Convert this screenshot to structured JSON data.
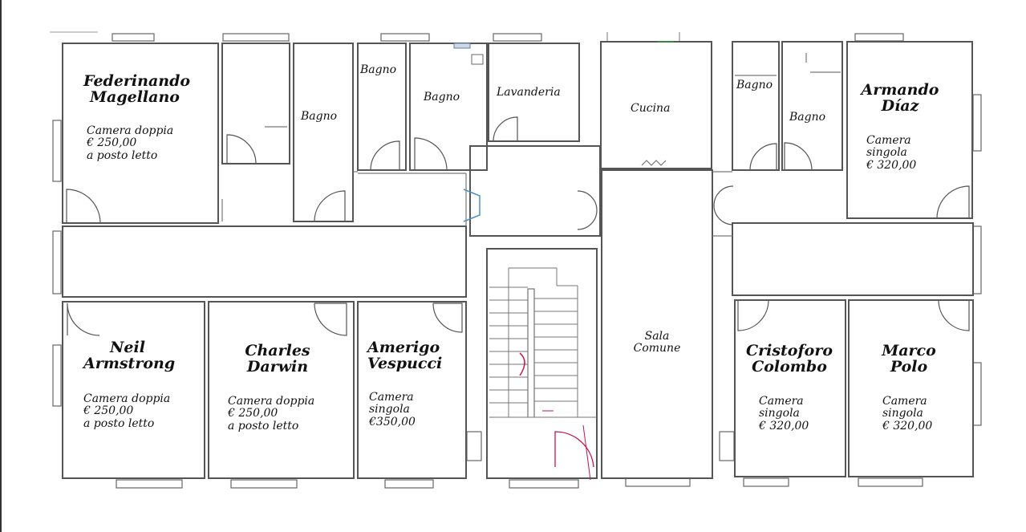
{
  "rooms": {
    "magellano": {
      "name": [
        "Federinando",
        "Magellano"
      ],
      "info": [
        "Camera doppia",
        "€ 250,00",
        "a posto letto"
      ]
    },
    "armstrong": {
      "name": [
        "Neil",
        "Armstrong"
      ],
      "info": [
        "Camera doppia",
        "€ 250,00",
        "a posto letto"
      ]
    },
    "darwin": {
      "name": [
        "Charles",
        "Darwin"
      ],
      "info": [
        "Camera doppia",
        "€ 250,00",
        "a posto letto"
      ]
    },
    "vespucci": {
      "name": [
        "Amerigo",
        "Vespucci"
      ],
      "info": [
        "Camera",
        "singola",
        "€350,00"
      ]
    },
    "diaz": {
      "name": [
        "Armando",
        "Díaz"
      ],
      "info": [
        "Camera",
        "singola",
        "€ 320,00"
      ]
    },
    "colombo": {
      "name": [
        "Cristoforo",
        "Colombo"
      ],
      "info": [
        "Camera",
        "singola",
        "€ 320,00"
      ]
    },
    "polo": {
      "name": [
        "Marco",
        "Polo"
      ],
      "info": [
        "Camera",
        "singola",
        "€ 320,00"
      ]
    }
  },
  "service": {
    "bagno_1": "Bagno",
    "bagno_2": "Bagno",
    "bagno_3": "Bagno",
    "bagno_4": "Bagno",
    "bagno_5": "Bagno",
    "lavanderia": "Lavanderia",
    "cucina": "Cucina",
    "sala_comune": [
      "Sala",
      "Comune"
    ]
  }
}
